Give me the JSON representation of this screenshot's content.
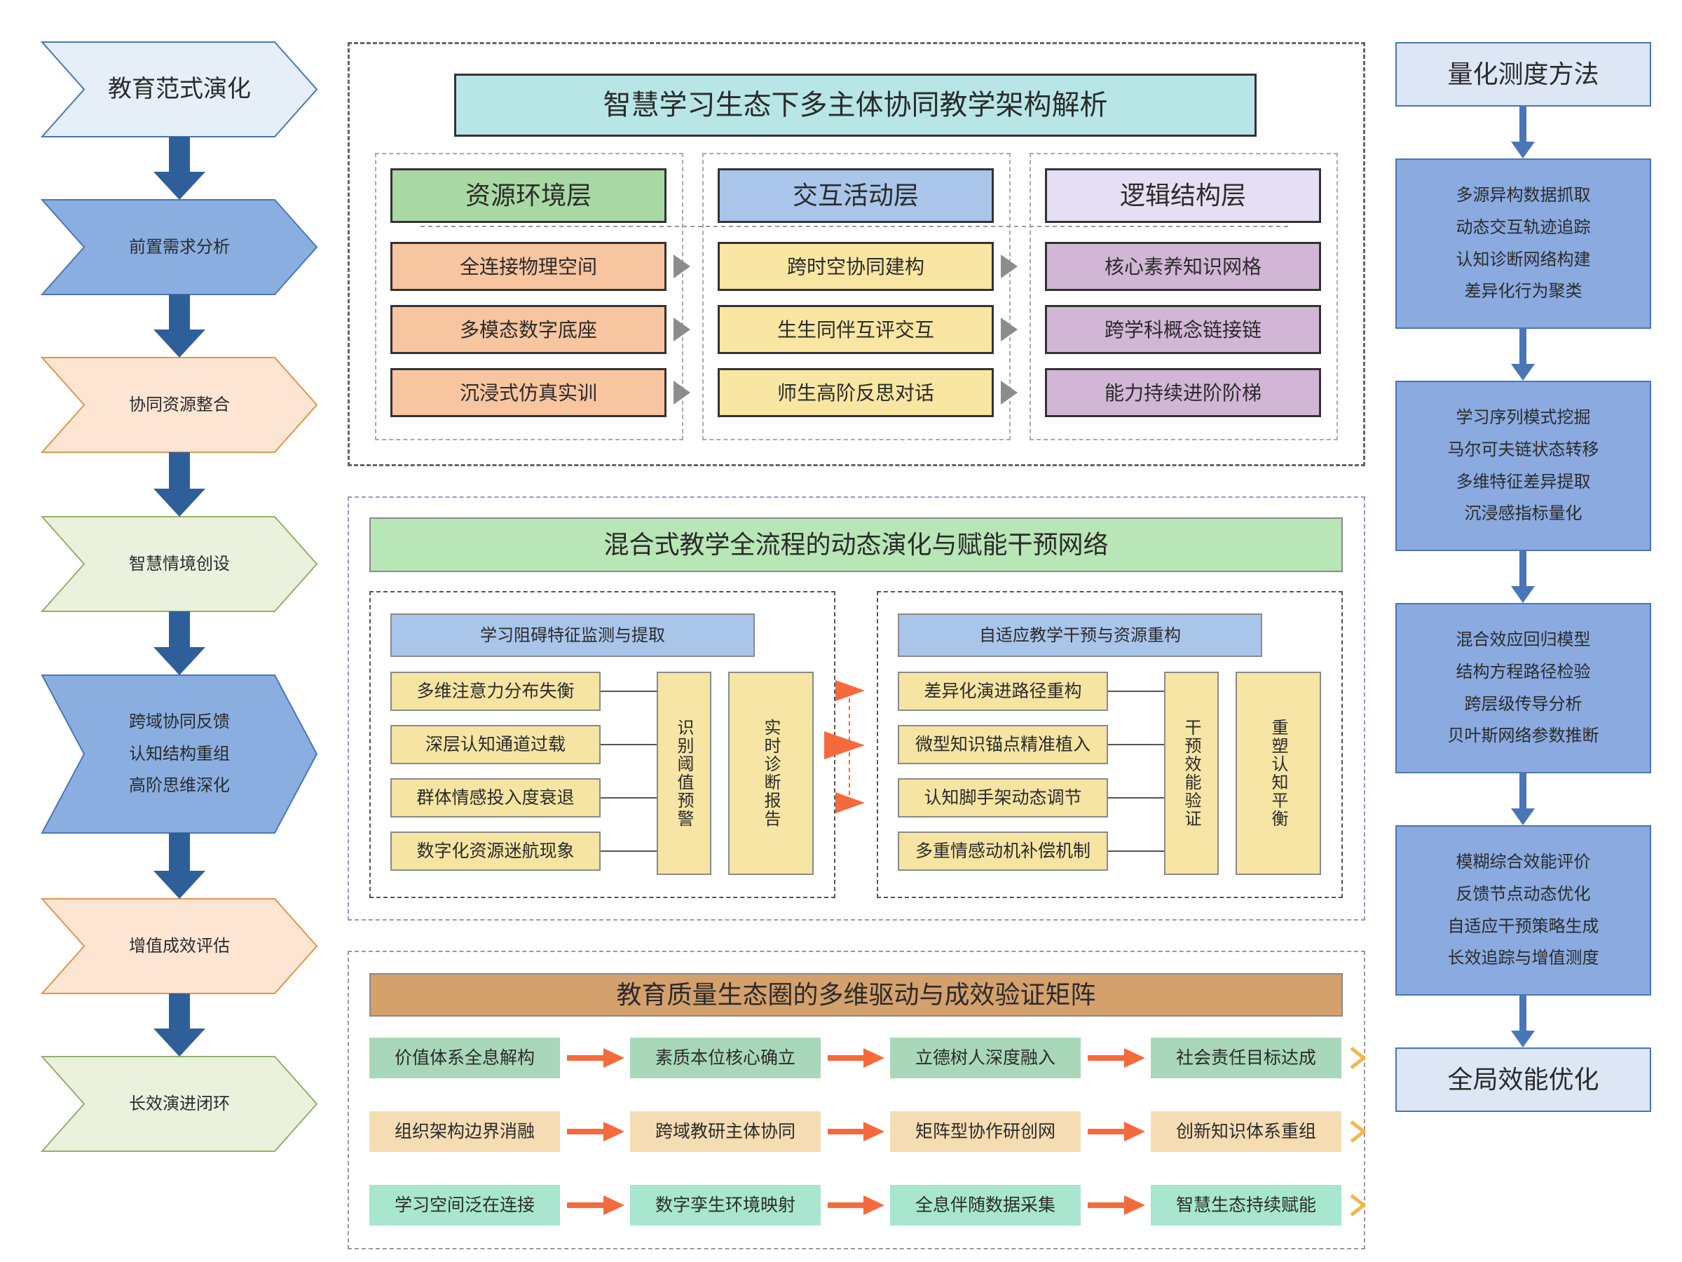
{
  "colors": {
    "flow_blue": "#8aaee0",
    "flow_orange": "#fde5d4",
    "flow_green": "#eaf1dd",
    "flow_light": "#e6eef8",
    "arrow_blue": "#2f5f99",
    "teal": "#b8e6e6",
    "green": "#a8d8a3",
    "blue": "#a9c5ea",
    "lavender": "#e6def2",
    "salmon": "#f7c59f",
    "yellow": "#f8e6a2",
    "purple": "#d2b6d6",
    "hybrid_title": "#b8e6b6",
    "box_yellow": "#f6e4a3",
    "bar_yellow": "#f6e5a5",
    "brown": "#d4a06c",
    "matrix_green": "#a8d8b9",
    "matrix_peach": "#f5dcb3",
    "matrix_mint": "#a8e6cf",
    "right_blue": "#8aaae0",
    "right_light": "#dce6f5",
    "arrow_orange": "#f56a3d",
    "arrow_gold": "#f2b84b"
  },
  "left_flow": [
    {
      "lines": [
        "教育范式演化"
      ]
    },
    {
      "lines": [
        "前置需求分析"
      ]
    },
    {
      "lines": [
        "协同资源整合"
      ]
    },
    {
      "lines": [
        "智慧情境创设"
      ]
    },
    {
      "lines": [
        "跨域协同反馈",
        "认知结构重组",
        "高阶思维深化"
      ]
    },
    {
      "lines": [
        "增值成效评估"
      ]
    },
    {
      "lines": [
        "长效演进闭环"
      ]
    }
  ],
  "section1": {
    "title": "智慧学习生态下多主体协同教学架构解析",
    "columns": [
      {
        "header": "资源环境层",
        "items": [
          "全连接物理空间",
          "多模态数字底座",
          "沉浸式仿真实训"
        ]
      },
      {
        "header": "交互活动层",
        "items": [
          "跨时空协同建构",
          "生生同伴互评交互",
          "师生高阶反思对话"
        ]
      },
      {
        "header": "逻辑结构层",
        "items": [
          "核心素养知识网格",
          "跨学科概念链接链",
          "能力持续进阶阶梯"
        ]
      }
    ]
  },
  "section2": {
    "title": "混合式教学全流程的动态演化与赋能干预网络",
    "left": {
      "header": "学习阻碍特征监测与提取",
      "items": [
        "多维注意力分布失衡",
        "深层认知通道过载",
        "群体情感投入度衰退",
        "数字化资源迷航现象"
      ],
      "bar1": "识别阈值预警",
      "bar2": "实时诊断报告"
    },
    "right": {
      "header": "自适应教学干预与资源重构",
      "items": [
        "差异化演进路径重构",
        "微型知识锚点精准植入",
        "认知脚手架动态调节",
        "多重情感动机补偿机制"
      ],
      "bar1": "干预效能验证",
      "bar2": "重塑认知平衡"
    }
  },
  "section3": {
    "title": "教育质量生态圈的多维驱动与成效验证矩阵",
    "rows": [
      [
        "价值体系全息解构",
        "素质本位核心确立",
        "立德树人深度融入",
        "社会责任目标达成"
      ],
      [
        "组织架构边界消融",
        "跨域教研主体协同",
        "矩阵型协作研创网",
        "创新知识体系重组"
      ],
      [
        "学习空间泛在连接",
        "数字孪生环境映射",
        "全息伴随数据采集",
        "智慧生态持续赋能"
      ]
    ]
  },
  "right_flow": {
    "title": "量化测度方法",
    "groups": [
      [
        "多源异构数据抓取",
        "动态交互轨迹追踪",
        "认知诊断网络构建",
        "差异化行为聚类"
      ],
      [
        "学习序列模式挖掘",
        "马尔可夫链状态转移",
        "多维特征差异提取",
        "沉浸感指标量化"
      ],
      [
        "混合效应回归模型",
        "结构方程路径检验",
        "跨层级传导分析",
        "贝叶斯网络参数推断"
      ],
      [
        "模糊综合效能评价",
        "反馈节点动态优化",
        "自适应干预策略生成",
        "长效追踪与增值测度"
      ]
    ],
    "final": "全局效能优化"
  }
}
